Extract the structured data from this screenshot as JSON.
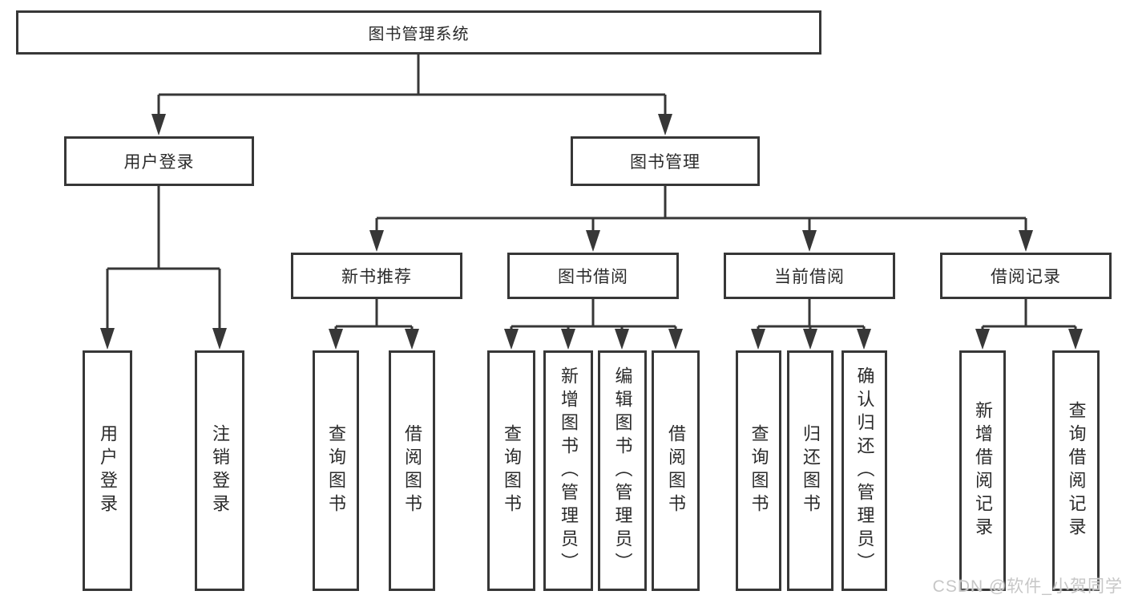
{
  "diagram": {
    "type": "hierarchy-tree",
    "colors": {
      "line": "#373737",
      "text": "#2b2b2b",
      "box_bg": "#ffffff",
      "watermark": "#c7c7c7"
    },
    "watermark": "CSDN @软件_小贺同学",
    "tree": {
      "label": "图书管理系统",
      "children": [
        {
          "label": "用户登录",
          "children": [
            {
              "label": "用户登录"
            },
            {
              "label": "注销登录"
            }
          ]
        },
        {
          "label": "图书管理",
          "children": [
            {
              "label": "新书推荐",
              "children": [
                {
                  "label": "查询图书"
                },
                {
                  "label": "借阅图书"
                }
              ]
            },
            {
              "label": "图书借阅",
              "children": [
                {
                  "label": "查询图书"
                },
                {
                  "label": "新增图书（管理员）"
                },
                {
                  "label": "编辑图书（管理员）"
                },
                {
                  "label": "借阅图书"
                }
              ]
            },
            {
              "label": "当前借阅",
              "children": [
                {
                  "label": "查询图书"
                },
                {
                  "label": "归还图书"
                },
                {
                  "label": "确认归还（管理员）"
                }
              ]
            },
            {
              "label": "借阅记录",
              "children": [
                {
                  "label": "新增借阅记录"
                },
                {
                  "label": "查询借阅记录"
                }
              ]
            }
          ]
        }
      ]
    }
  }
}
